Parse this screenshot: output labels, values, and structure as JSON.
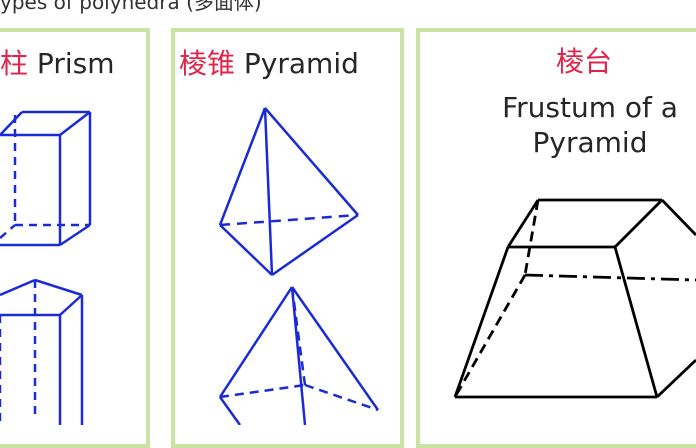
{
  "top_text": "ypes of polyhedra (多面体)",
  "panels": {
    "prism": {
      "zh": "柱",
      "en": "Prism"
    },
    "pyramid": {
      "zh": "棱锥",
      "en": "Pyramid"
    },
    "frustum": {
      "zh": "棱台",
      "en": "Frustum of a Pyramid"
    }
  },
  "colors": {
    "border": "#c9e3a2",
    "blue_lines": "#1a2bd6",
    "black_lines": "#000000",
    "chinese_text": "#e0254a"
  }
}
